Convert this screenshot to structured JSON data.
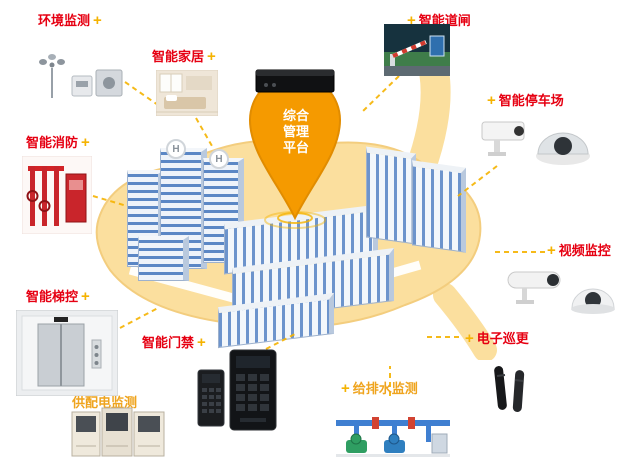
{
  "platform": {
    "label": "综合管理平台",
    "pin_color": "#f59a00"
  },
  "ui": {
    "plus": "+",
    "helipad": "H"
  },
  "nodes": [
    {
      "id": "env",
      "label": "环境监测"
    },
    {
      "id": "home",
      "label": "智能家居"
    },
    {
      "id": "gate",
      "label": "智能道闸"
    },
    {
      "id": "parking",
      "label": "智能停车场"
    },
    {
      "id": "fire",
      "label": "智能消防"
    },
    {
      "id": "video",
      "label": "视频监控"
    },
    {
      "id": "elevator",
      "label": "智能梯控"
    },
    {
      "id": "patrol",
      "label": "电子巡更"
    },
    {
      "id": "access",
      "label": "智能门禁"
    },
    {
      "id": "power",
      "label": "供配电监测"
    },
    {
      "id": "water",
      "label": "给排水监测"
    }
  ],
  "colors": {
    "label_red": "#e60012",
    "label_orange": "#efa41e",
    "plus_yellow": "#f5b301",
    "ground": "#fbdf9e",
    "pin": "#f59a00",
    "building_window": "#5b87c5"
  }
}
